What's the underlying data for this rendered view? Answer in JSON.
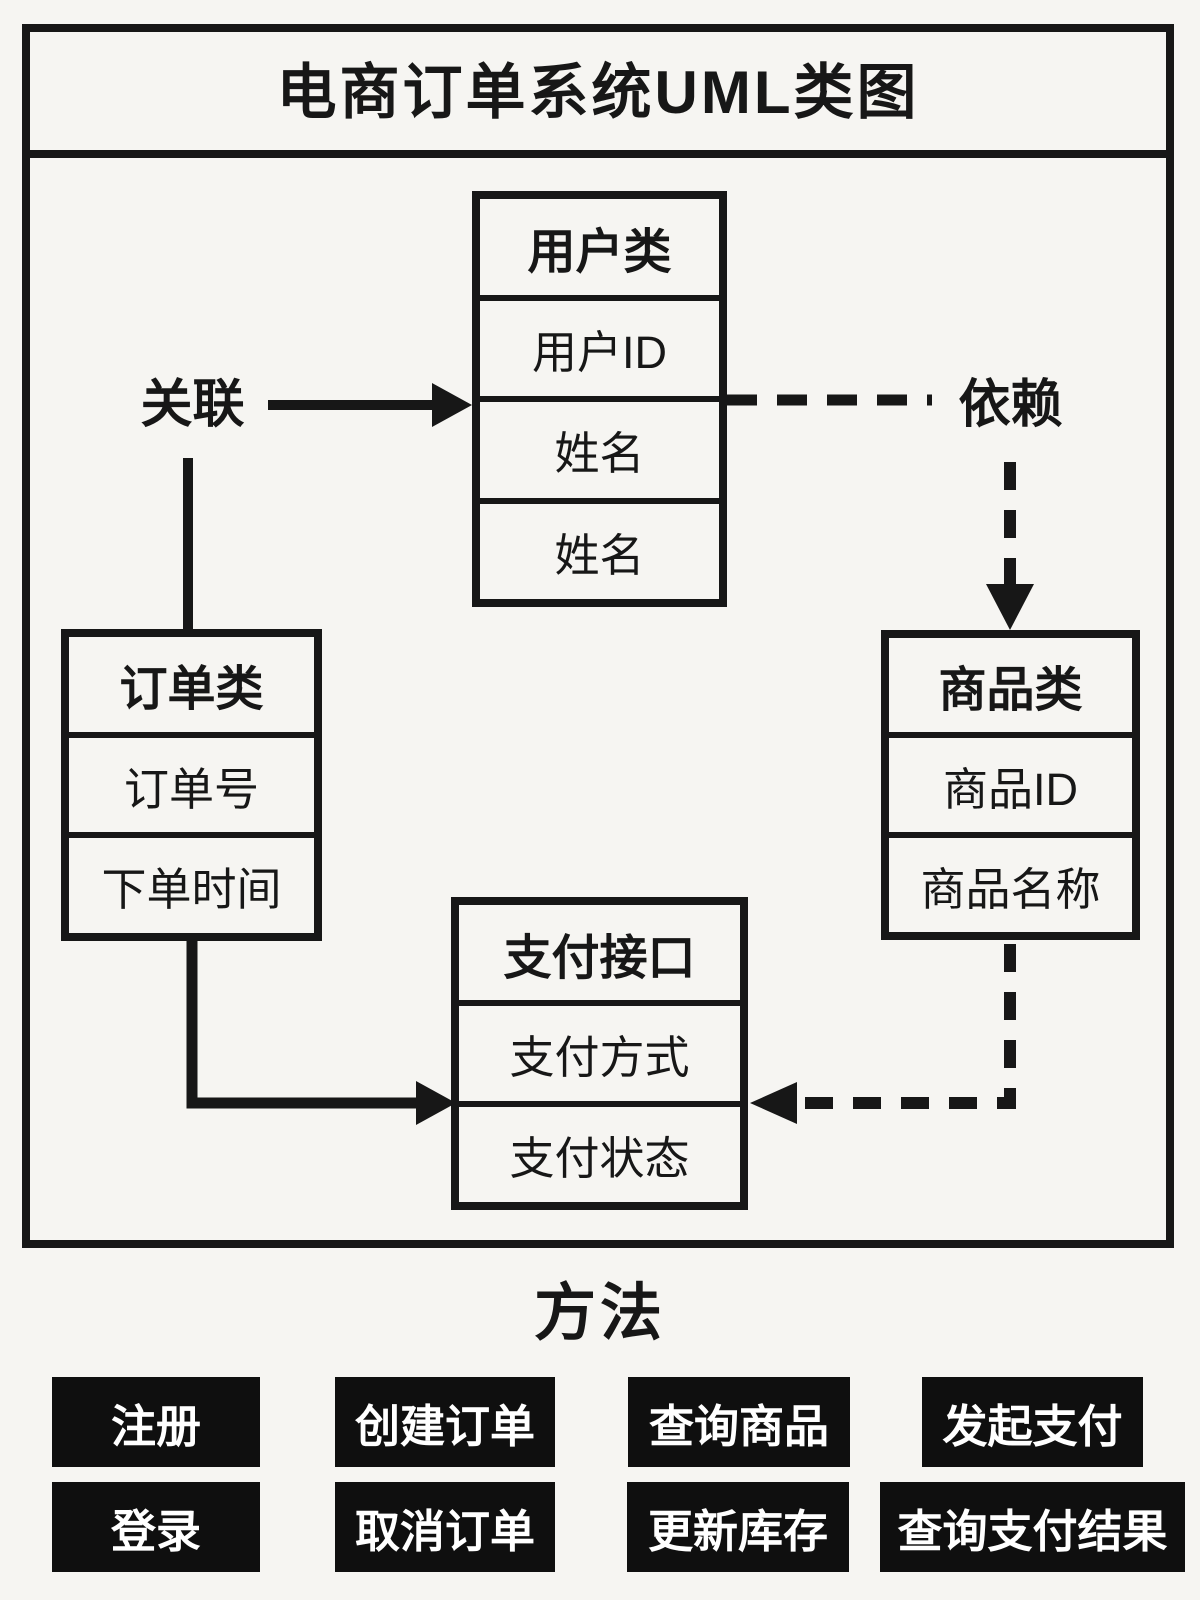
{
  "title": "电商订单系统UML类图",
  "classes": {
    "user": {
      "name": "用户类",
      "fields": [
        "用户ID",
        "姓名",
        "姓名"
      ]
    },
    "order": {
      "name": "订单类",
      "fields": [
        "订单号",
        "下单时间"
      ]
    },
    "product": {
      "name": "商品类",
      "fields": [
        "商品ID",
        "商品名称"
      ]
    },
    "payment": {
      "name": "支付接口",
      "fields": [
        "支付方式",
        "支付状态"
      ]
    }
  },
  "relations": {
    "association_label": "关联",
    "dependency_label": "依赖"
  },
  "methods": {
    "heading": "方法",
    "buttons": [
      "注册",
      "创建订单",
      "查询商品",
      "发起支付",
      "登录",
      "取消订单",
      "更新库存",
      "查询支付结果"
    ]
  },
  "colors": {
    "background": "#f6f5f2",
    "line": "#171717",
    "button_background": "#0f0f0f",
    "button_text": "#ffffff"
  }
}
